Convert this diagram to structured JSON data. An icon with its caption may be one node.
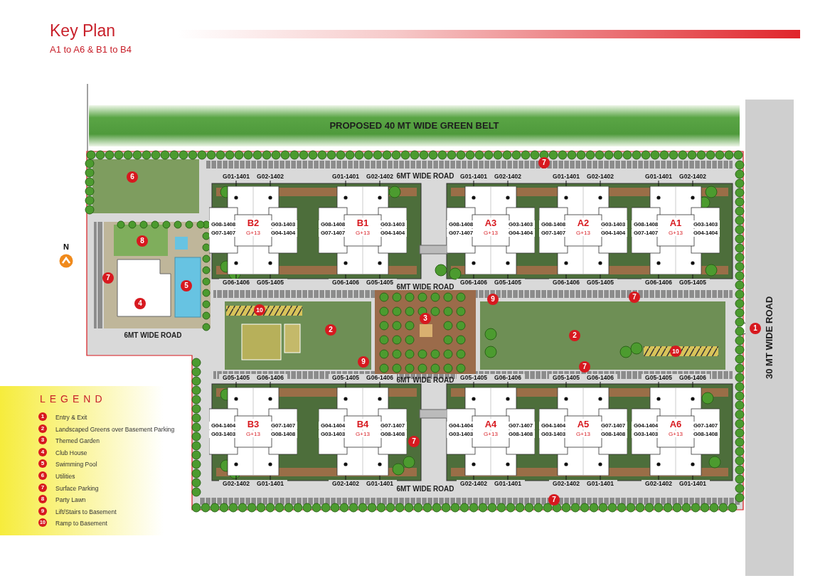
{
  "diagram": {
    "title": "Key Plan",
    "nodes": [
      {
        "text": [
          "PROPOSED 40 MT WIDE GREEN BELT"
        ]
      },
      {
        "text": [
          "30 MT WIDE ROAD"
        ]
      },
      {
        "text": [
          "B2",
          "G+13",
          "G08-1408",
          "G07-1407",
          "G03-1403",
          "G04-1404"
        ]
      },
      {
        "text": [
          "G01-1401"
        ]
      },
      {
        "text": [
          "G02-1402"
        ]
      },
      {
        "text": [
          "G06-1406"
        ]
      },
      {
        "text": [
          "G05-1405"
        ]
      },
      {
        "text": [
          "B1",
          "G+13",
          "G08-1408",
          "G07-1407",
          "G03-1403",
          "G04-1404"
        ]
      },
      {
        "text": [
          "G01-1401"
        ]
      },
      {
        "text": [
          "G02-1402"
        ]
      },
      {
        "text": [
          "G06-1406"
        ]
      },
      {
        "text": [
          "G05-1405"
        ]
      },
      {
        "text": [
          "A3",
          "G+13",
          "G08-1408",
          "G07-1407",
          "G03-1403",
          "G04-1404"
        ]
      },
      {
        "text": [
          "G01-1401"
        ]
      },
      {
        "text": [
          "G02-1402"
        ]
      },
      {
        "text": [
          "G06-1406"
        ]
      },
      {
        "text": [
          "G05-1405"
        ]
      },
      {
        "text": [
          "A2",
          "G+13",
          "G08-1408",
          "G07-1407",
          "G03-1403",
          "G04-1404"
        ]
      },
      {
        "text": [
          "G01-1401"
        ]
      },
      {
        "text": [
          "G02-1402"
        ]
      },
      {
        "text": [
          "G06-1406"
        ]
      },
      {
        "text": [
          "G05-1405"
        ]
      },
      {
        "text": [
          "A1",
          "G+13",
          "G08-1408",
          "G07-1407",
          "G03-1403",
          "G04-1404"
        ]
      },
      {
        "text": [
          "G01-1401"
        ]
      },
      {
        "text": [
          "G02-1402"
        ]
      },
      {
        "text": [
          "G06-1406"
        ]
      },
      {
        "text": [
          "G05-1405"
        ]
      },
      {
        "text": [
          "B3",
          "G+13",
          "G04-1404",
          "G03-1403",
          "G07-1407",
          "G08-1408"
        ]
      },
      {
        "text": [
          "G05-1405"
        ]
      },
      {
        "text": [
          "G06-1406"
        ]
      },
      {
        "text": [
          "G02-1402"
        ]
      },
      {
        "text": [
          "G01-1401"
        ]
      },
      {
        "text": [
          "B4",
          "G+13",
          "G04-1404",
          "G03-1403",
          "G07-1407",
          "G08-1408"
        ]
      },
      {
        "text": [
          "G05-1405"
        ]
      },
      {
        "text": [
          "G06-1406"
        ]
      },
      {
        "text": [
          "G02-1402"
        ]
      },
      {
        "text": [
          "G01-1401"
        ]
      },
      {
        "text": [
          "A4",
          "G+13",
          "G04-1404",
          "G03-1403",
          "G07-1407",
          "G08-1408"
        ]
      },
      {
        "text": [
          "G05-1405"
        ]
      },
      {
        "text": [
          "G06-1406"
        ]
      },
      {
        "text": [
          "G02-1402"
        ]
      },
      {
        "text": [
          "G01-1401"
        ]
      },
      {
        "text": [
          "A5",
          "G+13",
          "G04-1404",
          "G03-1403",
          "G07-1407",
          "G08-1408"
        ]
      },
      {
        "text": [
          "G05-1405"
        ]
      },
      {
        "text": [
          "G06-1406"
        ]
      },
      {
        "text": [
          "G02-1402"
        ]
      },
      {
        "text": [
          "G01-1401"
        ]
      },
      {
        "text": [
          "A6",
          "G+13",
          "G04-1404",
          "G03-1403",
          "G07-1407",
          "G08-1408"
        ]
      },
      {
        "text": [
          "G05-1405"
        ]
      },
      {
        "text": [
          "G06-1406"
        ]
      },
      {
        "text": [
          "G02-1402"
        ]
      },
      {
        "text": [
          "G01-1401"
        ]
      }
    ],
    "edges": [
      {
        "from": 3,
        "to": 2,
        "arrow": "none"
      },
      {
        "from": 4,
        "to": 2,
        "arrow": "none"
      },
      {
        "from": 5,
        "to": 2,
        "arrow": "none"
      },
      {
        "from": 6,
        "to": 2,
        "arrow": "none"
      },
      {
        "from": 8,
        "to": 7,
        "arrow": "none"
      },
      {
        "from": 9,
        "to": 7,
        "arrow": "none"
      },
      {
        "from": 10,
        "to": 7,
        "arrow": "none"
      },
      {
        "from": 11,
        "to": 7,
        "arrow": "none"
      },
      {
        "from": 13,
        "to": 12,
        "arrow": "none"
      },
      {
        "from": 14,
        "to": 12,
        "arrow": "none"
      },
      {
        "from": 15,
        "to": 12,
        "arrow": "none"
      },
      {
        "from": 16,
        "to": 12,
        "arrow": "none"
      },
      {
        "from": 18,
        "to": 17,
        "arrow": "none"
      },
      {
        "from": 19,
        "to": 17,
        "arrow": "none"
      },
      {
        "from": 20,
        "to": 17,
        "arrow": "none"
      },
      {
        "from": 21,
        "to": 17,
        "arrow": "none"
      },
      {
        "from": 23,
        "to": 22,
        "arrow": "none"
      },
      {
        "from": 24,
        "to": 22,
        "arrow": "none"
      },
      {
        "from": 25,
        "to": 22,
        "arrow": "none"
      },
      {
        "from": 26,
        "to": 22,
        "arrow": "none"
      },
      {
        "from": 28,
        "to": 27,
        "arrow": "none"
      },
      {
        "from": 29,
        "to": 27,
        "arrow": "none"
      },
      {
        "from": 30,
        "to": 27,
        "arrow": "none"
      },
      {
        "from": 31,
        "to": 27,
        "arrow": "none"
      },
      {
        "from": 33,
        "to": 32,
        "arrow": "none"
      },
      {
        "from": 34,
        "to": 32,
        "arrow": "none"
      },
      {
        "from": 35,
        "to": 32,
        "arrow": "none"
      },
      {
        "from": 36,
        "to": 32,
        "arrow": "none"
      },
      {
        "from": 38,
        "to": 37,
        "arrow": "none"
      },
      {
        "from": 39,
        "to": 37,
        "arrow": "none"
      },
      {
        "from": 40,
        "to": 37,
        "arrow": "none"
      },
      {
        "from": 41,
        "to": 37,
        "arrow": "none"
      },
      {
        "from": 43,
        "to": 42,
        "arrow": "none"
      },
      {
        "from": 44,
        "to": 42,
        "arrow": "none"
      },
      {
        "from": 45,
        "to": 42,
        "arrow": "none"
      },
      {
        "from": 46,
        "to": 42,
        "arrow": "none"
      },
      {
        "from": 48,
        "to": 47,
        "arrow": "none"
      },
      {
        "from": 49,
        "to": 47,
        "arrow": "none"
      },
      {
        "from": 50,
        "to": 47,
        "arrow": "none"
      },
      {
        "from": 51,
        "to": 47,
        "arrow": "none"
      }
    ],
    "labels": [
      "A1 to A6 & B1 to B4",
      "6MT WIDE ROAD",
      "7",
      "6",
      "8",
      "N",
      "7",
      "5",
      "6MT WIDE ROAD",
      "9",
      "7",
      "10",
      "3",
      "4",
      "1",
      "2",
      "2",
      "6MT WIDE ROAD",
      "10",
      "9",
      "7",
      "6MT WIDE ROAD",
      "7",
      "6MT WIDE ROAD",
      "7",
      "LEGEND",
      "1",
      "2",
      "3",
      "4",
      "5",
      "6",
      "7",
      "8",
      "9",
      "10"
    ],
    "legend": [
      {
        "text": "Entry & Exit"
      },
      {
        "text": "Landscaped Greens over Basement Parking"
      },
      {
        "text": "Themed Garden"
      },
      {
        "text": "Club House"
      },
      {
        "text": "Swimming Pool"
      },
      {
        "text": "Utilities"
      },
      {
        "text": "Surface Parking"
      },
      {
        "text": "Party Lawn"
      },
      {
        "text": "Lift/Stairs to Basement"
      },
      {
        "text": "Ramp to Basement"
      }
    ]
  }
}
